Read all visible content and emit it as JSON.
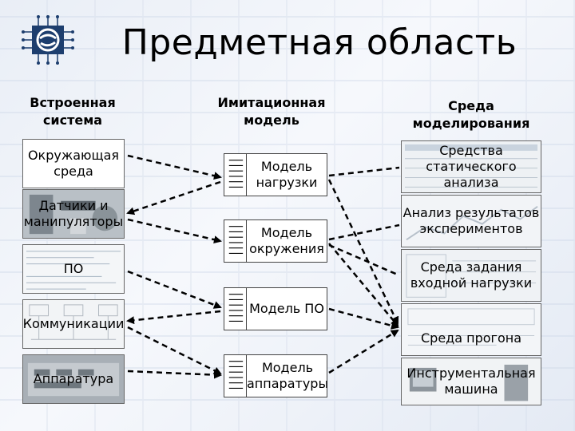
{
  "title": "Предметная область",
  "columns": {
    "left": "Встроенная система",
    "middle": "Имитационная модель",
    "right": "Среда моделирования"
  },
  "left_items": [
    {
      "label": "Окружающая среда"
    },
    {
      "label": "Датчики и манипуляторы"
    },
    {
      "label": "ПО"
    },
    {
      "label": "Коммуникации"
    },
    {
      "label": "Аппаратура"
    }
  ],
  "middle_items": [
    {
      "label": "Модель нагрузки"
    },
    {
      "label": "Модель окружения"
    },
    {
      "label": "Модель ПО"
    },
    {
      "label": "Модель аппаратуры"
    }
  ],
  "right_items": [
    {
      "label": "Средства статического анализа"
    },
    {
      "label": "Анализ результатов экспериментов"
    },
    {
      "label": "Среда задания входной нагрузки"
    },
    {
      "label": "Среда прогона"
    },
    {
      "label": "Инструментальная машина"
    }
  ],
  "colors": {
    "line": "#000000",
    "logo": "#1d3e6e"
  }
}
